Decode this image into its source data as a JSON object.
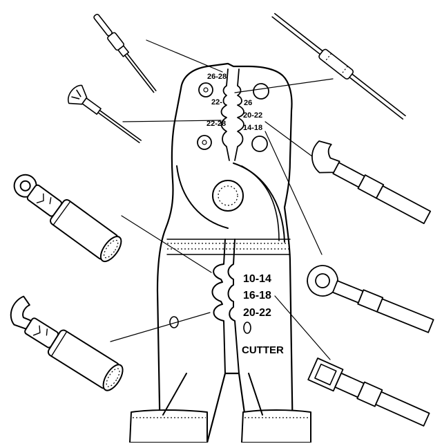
{
  "diagram": {
    "upper_die_labels": {
      "top": "26-28",
      "mid_right": "26",
      "mid_left": "22-",
      "lower_right_1": "20-22",
      "lower_left": "22-28",
      "lower_right_2": "14-18"
    },
    "lower_die_labels": {
      "gauge_1": "10-14",
      "gauge_2": "16-18",
      "gauge_3": "20-22",
      "cutter": "CUTTER"
    }
  }
}
